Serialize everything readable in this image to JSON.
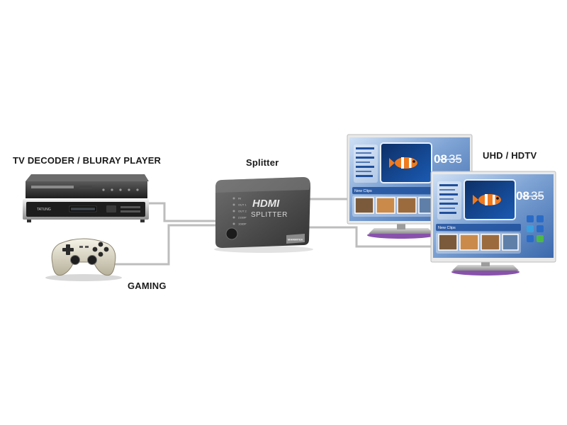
{
  "labels": {
    "source": "TV DECODER / BLURAY PLAYER",
    "gaming": "GAMING",
    "splitter": "Splitter",
    "display": "UHD / HDTV"
  },
  "devices": {
    "player": {
      "brand": "TATUNG"
    },
    "splitter": {
      "logo": "HDMI",
      "name": "SPLITTER",
      "maker": "MARMITEK",
      "led_labels": [
        "IN",
        "OUT 1",
        "OUT 2",
        "2160P",
        "1080P"
      ]
    },
    "screen": {
      "clock_hour": "08",
      "clock_minute": "35",
      "section_title": "New Clips"
    }
  },
  "colors": {
    "cable": "#b9b9b9",
    "device_dark": "#3a3a3a",
    "screen_blue": "#1f4f9c",
    "tv_frame": "#e6e6e6",
    "tv_stand_purple": "#7b3fa2"
  }
}
